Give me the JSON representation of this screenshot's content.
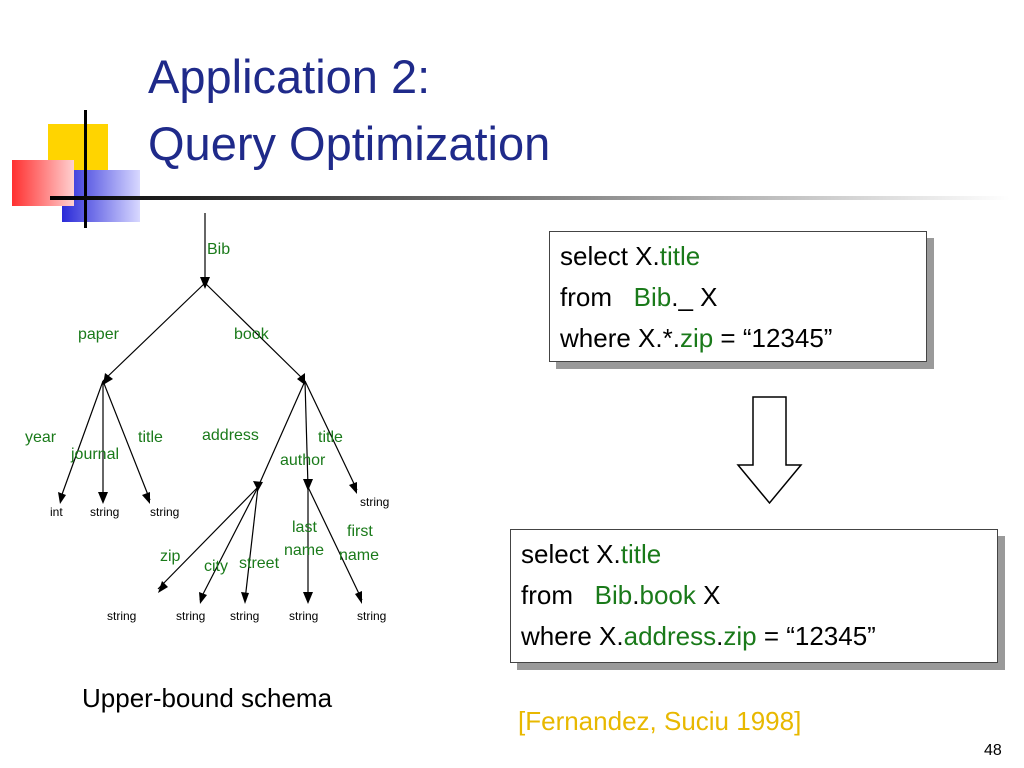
{
  "slide": {
    "title_line1": "Application 2:",
    "title_line2": "Query Optimization",
    "caption": "Upper-bound schema",
    "citation": "[Fernandez, Suciu 1998]",
    "page_number": "48"
  },
  "tree": {
    "root": "Bib",
    "edges": {
      "paper": "paper",
      "book": "book",
      "paper_year": "year",
      "paper_journal": "journal",
      "paper_title": "title",
      "book_address": "address",
      "book_author": "author",
      "book_title": "title",
      "addr_zip": "zip",
      "addr_city": "city",
      "addr_street": "street",
      "author_last_1": "last",
      "author_last_2": "name",
      "author_first_1": "first",
      "author_first_2": "name"
    },
    "types": {
      "year": "int",
      "journal": "string",
      "paper_title": "string",
      "book_title": "string",
      "zip": "string",
      "city": "string",
      "street": "string",
      "last_name": "string",
      "first_name": "string"
    }
  },
  "query_original": {
    "select_kw": "select X.",
    "select_field": "title",
    "from_kw": "from   ",
    "from_root": "Bib",
    "from_rest": "._ X",
    "where_kw": "where X.*.",
    "where_field": "zip",
    "where_rest": " = “12345”"
  },
  "query_optimized": {
    "select_kw": "select X.",
    "select_field": "title",
    "from_kw": "from   ",
    "from_root": "Bib",
    "from_dot": ".",
    "from_path": "book",
    "from_rest": " X",
    "where_kw": "where X.",
    "where_path": "address",
    "where_dot": ".",
    "where_field": "zip",
    "where_rest": " = “12345”"
  },
  "colors": {
    "title": "#1f2a8a",
    "highlight": "#1a7a1a",
    "citation": "#e8b800"
  }
}
